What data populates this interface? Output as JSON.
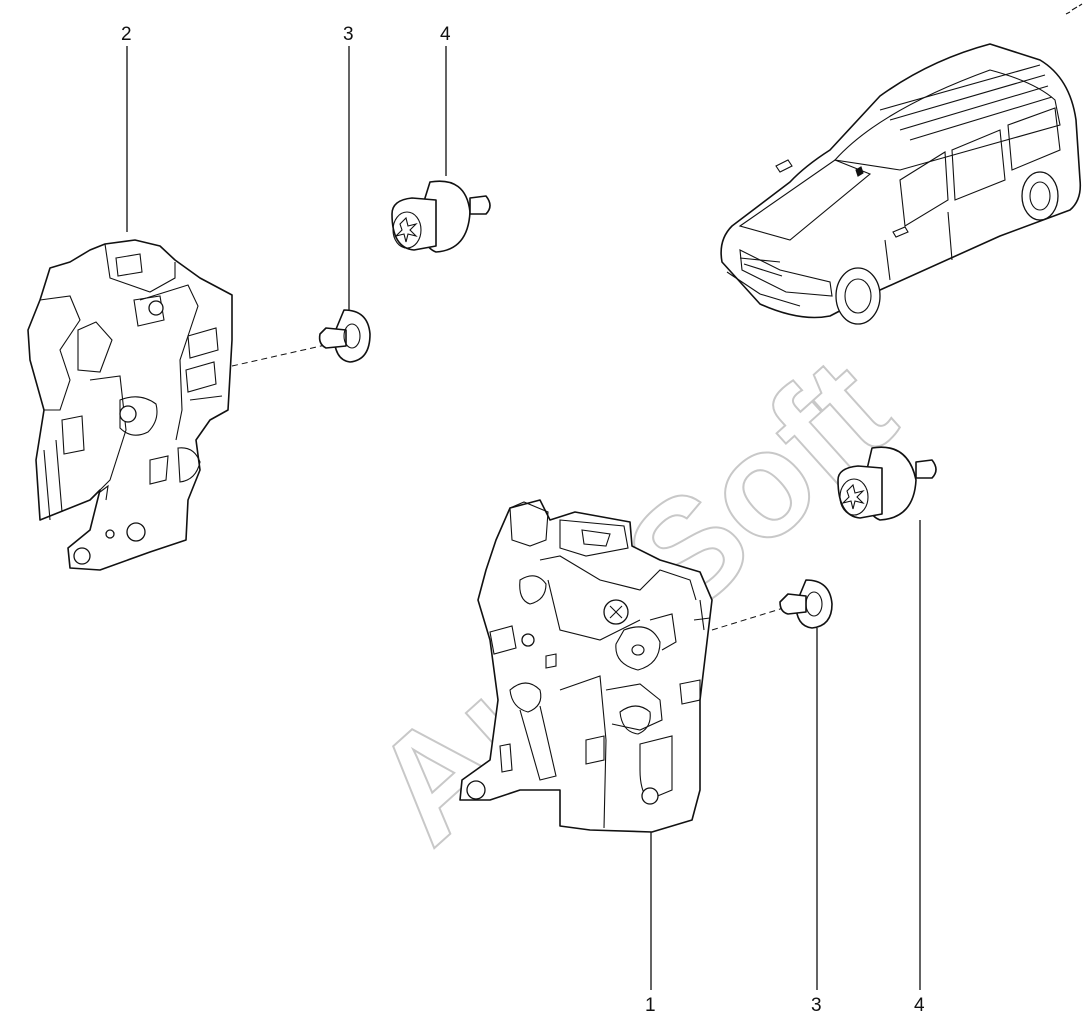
{
  "callouts": {
    "top_1": "2",
    "top_2": "3",
    "top_3": "4",
    "bottom_1": "1",
    "bottom_2": "3",
    "bottom_3": "4"
  },
  "watermark": "AutoSoft"
}
